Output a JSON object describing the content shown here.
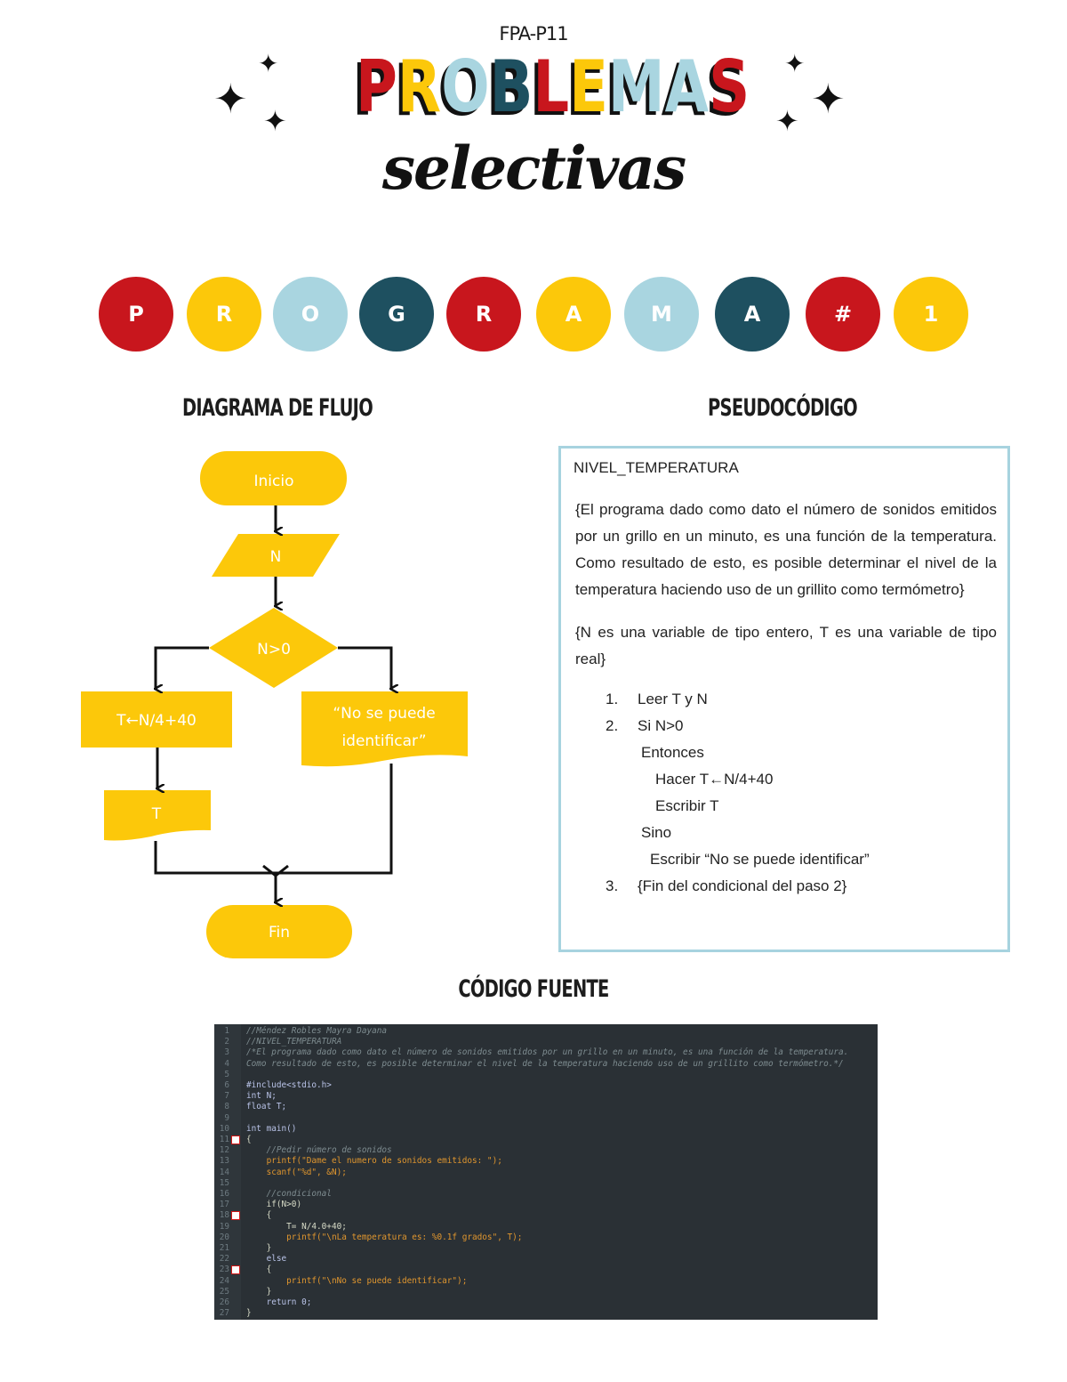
{
  "header": {
    "doc_code": "FPA-P11"
  },
  "logo": {
    "title_letters": [
      "P",
      "R",
      "O",
      "B",
      "L",
      "E",
      "M",
      "A",
      "S"
    ],
    "title_colors": [
      "#c8161d",
      "#fcc80a",
      "#a9d5e0",
      "#1e5060",
      "#c8161d",
      "#fcc80a",
      "#a9d5e0",
      "#a9d5e0",
      "#c8161d"
    ],
    "subtitle": "selectivas"
  },
  "program_badges": [
    {
      "letter": "P",
      "color": "#c8161d"
    },
    {
      "letter": "R",
      "color": "#fcc80a"
    },
    {
      "letter": "O",
      "color": "#a9d5e0"
    },
    {
      "letter": "G",
      "color": "#1e5060"
    },
    {
      "letter": "R",
      "color": "#c8161d"
    },
    {
      "letter": "A",
      "color": "#fcc80a"
    },
    {
      "letter": "M",
      "color": "#a9d5e0"
    },
    {
      "letter": "A",
      "color": "#1e5060"
    },
    {
      "letter": "#",
      "color": "#c8161d"
    },
    {
      "letter": "1",
      "color": "#fcc80a"
    }
  ],
  "sections": {
    "flowchart_title": "DIAGRAMA DE FLUJO",
    "pseudocode_title": "PSEUDOCÓDIGO",
    "source_title": "CÓDIGO FUENTE"
  },
  "flowchart": {
    "start": "Inicio",
    "input": "N",
    "decision": "N>0",
    "assign": "T←N/4+40",
    "else_output_line1": "“No se puede",
    "else_output_line2": "identificar”",
    "output": "T",
    "end": "Fin",
    "color": "#fcc80a"
  },
  "pseudocode": {
    "name": "NIVEL_TEMPERATURA",
    "description": "{El programa dado como dato el número de sonidos emitidos por un grillo en un minuto, es una función de la temperatura. Como resultado de esto, es posible determinar el nivel de la temperatura haciendo uso de un grillito como termómetro}",
    "variables": "{N es una variable de tipo entero, T es una variable de tipo real}",
    "steps": [
      {
        "num": "1.",
        "text": "Leer T y N"
      },
      {
        "num": "2.",
        "text": "Si N>0"
      },
      {
        "num": "",
        "text": "Entonces"
      },
      {
        "num": "",
        "text": "Hacer T←N/4+40"
      },
      {
        "num": "",
        "text": "Escribir T"
      },
      {
        "num": "",
        "text": "Sino"
      },
      {
        "num": "",
        "text": "Escribir “No se puede identificar”"
      },
      {
        "num": "3.",
        "text": "{Fin del condicional del paso 2}"
      }
    ]
  },
  "source_code": {
    "lines": [
      "//Méndez Robles Mayra Dayana",
      "//NIVEL_TEMPERATURA",
      "/*El programa dado como dato el número de sonidos emitidos por un grillo en un minuto, es una función de la temperatura.",
      "Como resultado de esto, es posible determinar el nivel de la temperatura haciendo uso de un grillito como termómetro.*/",
      "",
      "#include<stdio.h>",
      "int N;",
      "float T;",
      "",
      "int main()",
      "{",
      "    //Pedir número de sonidos",
      "    printf(\"Dame el numero de sonidos emitidos: \");",
      "    scanf(\"%d\", &N);",
      "",
      "    //condicional",
      "    if(N>0)",
      "    {",
      "        T= N/4.0+40;",
      "        printf(\"\\nLa temperatura es: %0.1f grados\", T);",
      "    }",
      "    else",
      "    {",
      "        printf(\"\\nNo se puede identificar\");",
      "    }",
      "    return 0;",
      "}"
    ],
    "fold_markers": [
      11,
      18,
      23
    ]
  }
}
